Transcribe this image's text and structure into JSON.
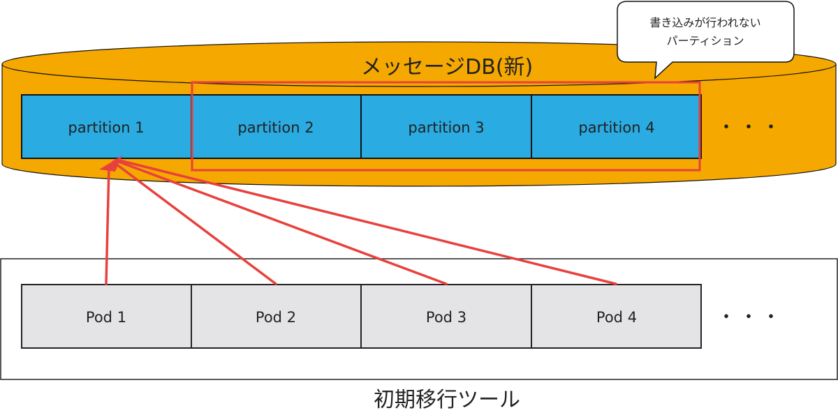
{
  "database": {
    "title": "メッセージDB(新)",
    "partitions": [
      "partition 1",
      "partition 2",
      "partition 3",
      "partition 4"
    ],
    "more": "・・・",
    "colors": {
      "body": "#F5A800",
      "outline": "#111111",
      "partition": "#2AABE2",
      "highlight": "#E8413D"
    }
  },
  "callout": {
    "line1": "書き込みが行われない",
    "line2": "パーティション"
  },
  "tool": {
    "title": "初期移行ツール",
    "pods": [
      "Pod 1",
      "Pod 2",
      "Pod 3",
      "Pod 4"
    ],
    "more": "・・・",
    "colors": {
      "pod": "#E4E4E6",
      "frame": "#222222"
    }
  },
  "arrows": {
    "from": [
      "Pod 1",
      "Pod 2",
      "Pod 3",
      "Pod 4"
    ],
    "to": "partition 1",
    "color": "#E8413D"
  }
}
